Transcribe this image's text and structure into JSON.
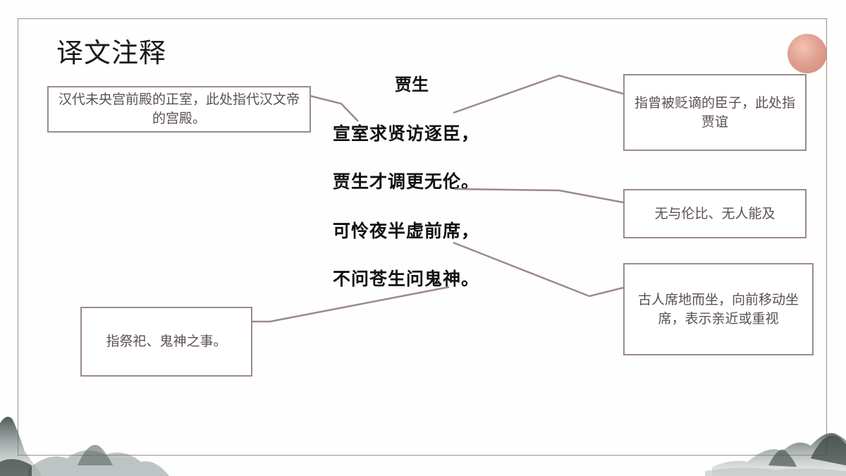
{
  "slide": {
    "title": "译文注释",
    "poem": {
      "title": "贾生",
      "lines": [
        "宣室求贤访逐臣，",
        "贾生才调更无伦。",
        "可怜夜半虚前席，",
        "不问苍生问鬼神。"
      ]
    },
    "notes": {
      "xuanshi": "汉代未央宫前殿的正室，此处指代汉文帝的宫殿。",
      "zhuchen": "指曾被贬谪的臣子，此处指贾谊",
      "wulun": "无与伦比、无人能及",
      "qianxi": "古人席地而坐，向前移动坐席，表示亲近或重视",
      "guishen": "指祭祀、鬼神之事。"
    }
  },
  "colors": {
    "note_border": "#9c8a8a",
    "connector": "#9c8a8a",
    "frame": "#9a9080",
    "sun": "#d98d7a"
  }
}
